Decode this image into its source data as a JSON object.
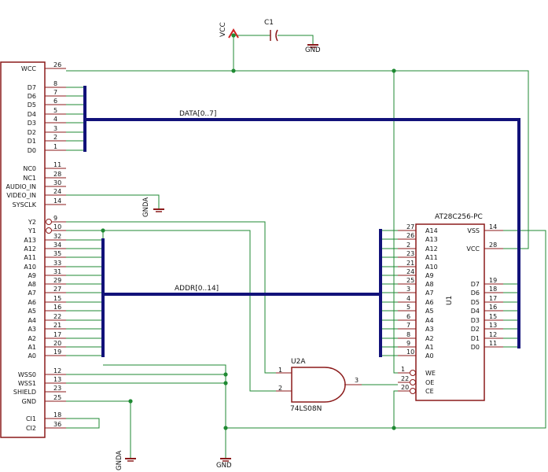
{
  "colors": {
    "wire": "#1f8a33",
    "bus": "#12127a",
    "part": "#8b1a1a",
    "text": "#111111",
    "power": "#cc2222"
  },
  "connector": {
    "pins_left": [
      {
        "name": "WCC",
        "num": "26"
      },
      {
        "name": "D7",
        "num": "8"
      },
      {
        "name": "D6",
        "num": "7"
      },
      {
        "name": "D5",
        "num": "6"
      },
      {
        "name": "D4",
        "num": "5"
      },
      {
        "name": "D3",
        "num": "4"
      },
      {
        "name": "D2",
        "num": "3"
      },
      {
        "name": "D1",
        "num": "2"
      },
      {
        "name": "D0",
        "num": "1"
      },
      {
        "name": "NC0",
        "num": "11"
      },
      {
        "name": "NC1",
        "num": "28"
      },
      {
        "name": "AUDIO_IN",
        "num": "30"
      },
      {
        "name": "VIDEO_IN",
        "num": "24"
      },
      {
        "name": "SYSCLK",
        "num": "14"
      },
      {
        "name": "Y2",
        "num": "9"
      },
      {
        "name": "Y1",
        "num": "10"
      },
      {
        "name": "A13",
        "num": "32"
      },
      {
        "name": "A12",
        "num": "34"
      },
      {
        "name": "A11",
        "num": "35"
      },
      {
        "name": "A10",
        "num": "33"
      },
      {
        "name": "A9",
        "num": "31"
      },
      {
        "name": "A8",
        "num": "29"
      },
      {
        "name": "A7",
        "num": "27"
      },
      {
        "name": "A6",
        "num": "15"
      },
      {
        "name": "A5",
        "num": "16"
      },
      {
        "name": "A4",
        "num": "22"
      },
      {
        "name": "A3",
        "num": "21"
      },
      {
        "name": "A2",
        "num": "17"
      },
      {
        "name": "A1",
        "num": "20"
      },
      {
        "name": "A0",
        "num": "19"
      },
      {
        "name": "WSS0",
        "num": "12"
      },
      {
        "name": "WSS1",
        "num": "13"
      },
      {
        "name": "SHIELD",
        "num": "23"
      },
      {
        "name": "GND",
        "num": "25"
      },
      {
        "name": "CI1",
        "num": "18"
      },
      {
        "name": "CI2",
        "num": "36"
      }
    ]
  },
  "eeprom": {
    "name": "AT28C256-PC",
    "ref": "U1",
    "pins_left": [
      {
        "name": "A14",
        "num": "27"
      },
      {
        "name": "A13",
        "num": "26"
      },
      {
        "name": "A12",
        "num": "2"
      },
      {
        "name": "A11",
        "num": "23"
      },
      {
        "name": "A10",
        "num": "21"
      },
      {
        "name": "A9",
        "num": "24"
      },
      {
        "name": "A8",
        "num": "25"
      },
      {
        "name": "A7",
        "num": "3"
      },
      {
        "name": "A6",
        "num": "4"
      },
      {
        "name": "A5",
        "num": "5"
      },
      {
        "name": "A4",
        "num": "6"
      },
      {
        "name": "A3",
        "num": "7"
      },
      {
        "name": "A2",
        "num": "8"
      },
      {
        "name": "A1",
        "num": "9"
      },
      {
        "name": "A0",
        "num": "10"
      }
    ],
    "pins_ctrl": [
      {
        "name": "WE",
        "num": "1"
      },
      {
        "name": "OE",
        "num": "22"
      },
      {
        "name": "CE",
        "num": "20"
      }
    ],
    "pins_right": [
      {
        "name": "VSS",
        "num": "14"
      },
      {
        "name": "VCC",
        "num": "28"
      },
      {
        "name": "D7",
        "num": "19"
      },
      {
        "name": "D6",
        "num": "18"
      },
      {
        "name": "D5",
        "num": "17"
      },
      {
        "name": "D4",
        "num": "16"
      },
      {
        "name": "D3",
        "num": "15"
      },
      {
        "name": "D2",
        "num": "13"
      },
      {
        "name": "D1",
        "num": "12"
      },
      {
        "name": "D0",
        "num": "11"
      }
    ]
  },
  "gate": {
    "ref": "U2A",
    "name": "74LS08N",
    "pin_in1": "1",
    "pin_in2": "2",
    "pin_out": "3"
  },
  "labels": {
    "vcc": "VCC",
    "cap": "C1",
    "gnd": "GND",
    "gnda": "GNDA",
    "data_bus": "DATA[0..7]",
    "addr_bus": "ADDR[0..14]"
  }
}
